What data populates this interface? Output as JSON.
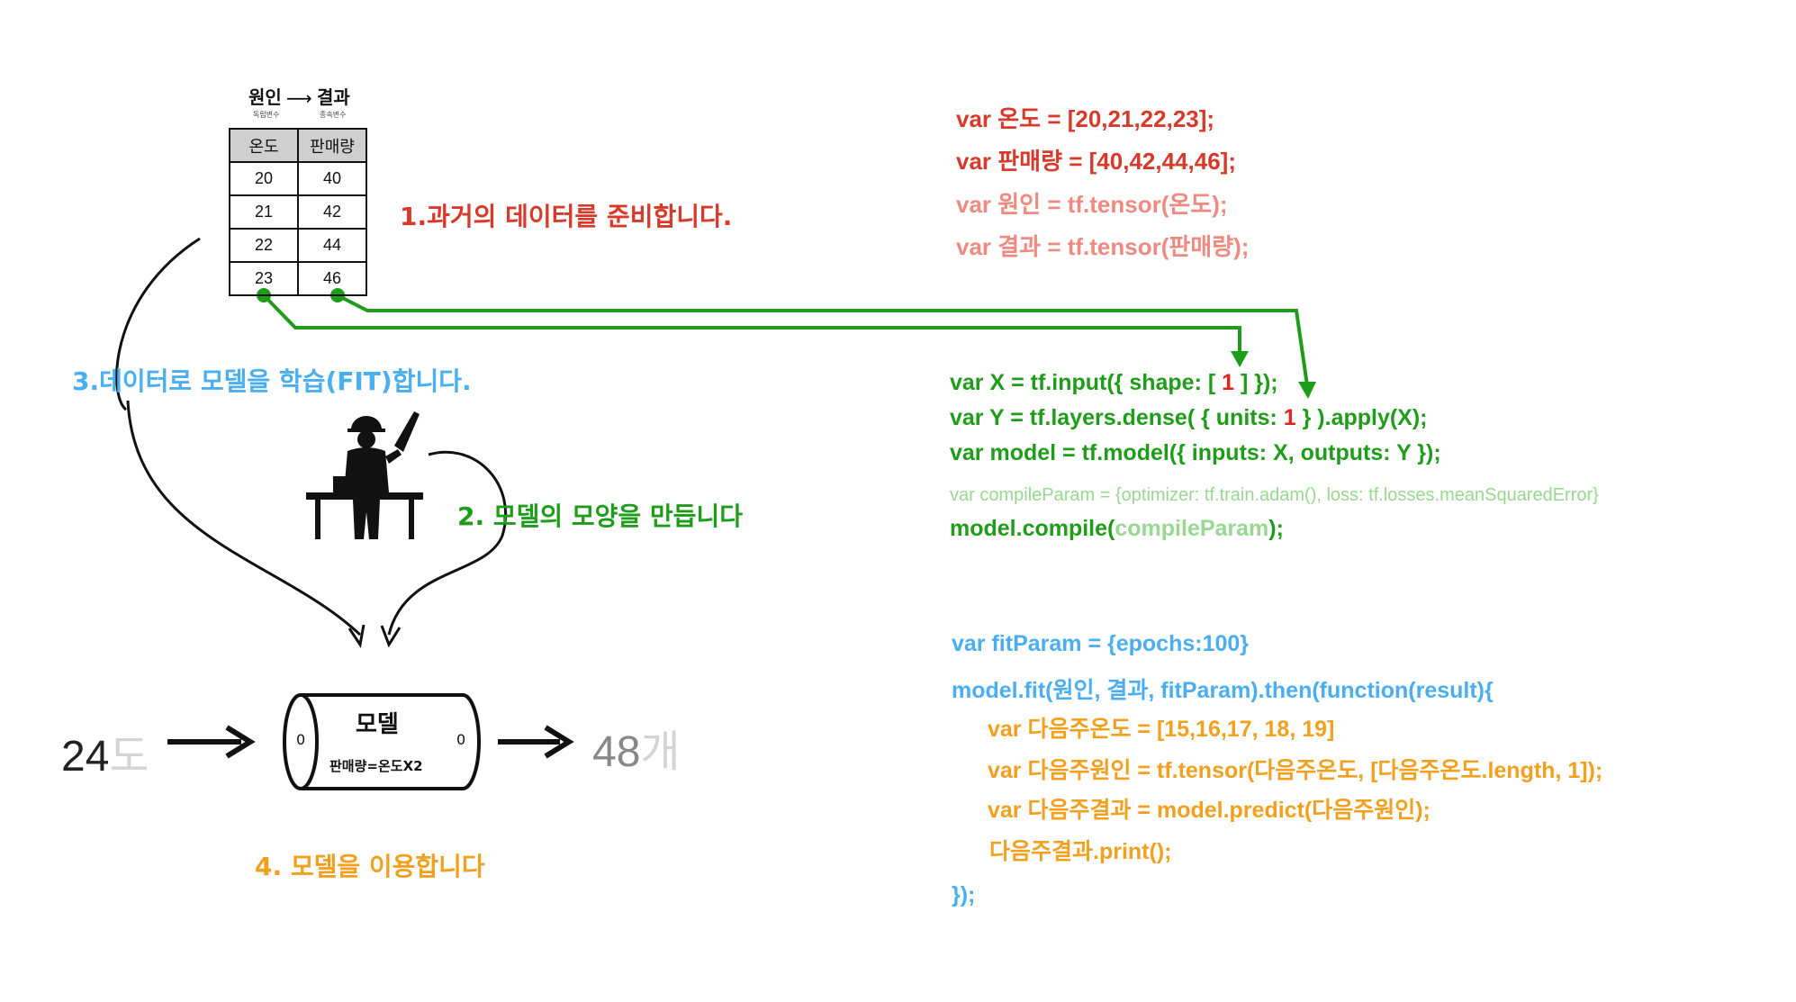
{
  "table_header": {
    "cause": "원인",
    "cause_sub": "독립변수",
    "effect": "결과",
    "effect_sub": "종속변수"
  },
  "table": {
    "columns": [
      "온도",
      "판매량"
    ],
    "rows": [
      [
        "20",
        "40"
      ],
      [
        "21",
        "42"
      ],
      [
        "22",
        "44"
      ],
      [
        "23",
        "46"
      ]
    ]
  },
  "steps": {
    "step1": "1.과거의 데이터를 준비합니다.",
    "step2": "2. 모델의 모양을 만듭니다",
    "step3": "3.데이터로 모델을 학습(FIT)합니다.",
    "step4": "4. 모델을 이용합니다"
  },
  "model": {
    "title": "모델",
    "formula": "판매량=온도X2",
    "end_mark": "0",
    "input_value": "24",
    "input_unit": "도",
    "output_value": "48",
    "output_unit": "개"
  },
  "code_data": {
    "line1": "var 온도 = [20,21,22,23];",
    "line2": "var 판매량 = [40,42,44,46];",
    "line3": "var 원인 = tf.tensor(온도);",
    "line4": "var 결과 = tf.tensor(판매량);"
  },
  "code_model": {
    "x_pre": "var X = tf.input({ shape: [ ",
    "x_num": "1",
    "x_post": " ] });",
    "y_pre": "var Y = tf.layers.dense( { units: ",
    "y_num": "1",
    "y_post": " } ).apply(X);",
    "model_line": "var model = tf.model({ inputs: X, outputs: Y });",
    "compile_param": "var compileParam = {optimizer: tf.train.adam(), loss: tf.losses.meanSquaredError}",
    "compile_pre": "model.compile(",
    "compile_arg": "compileParam",
    "compile_post": ");"
  },
  "code_fit": {
    "line1": "var fitParam = {epochs:100}",
    "line2": "model.fit(원인, 결과, fitParam).then(function(result){",
    "close": "});"
  },
  "code_predict": {
    "line1": "var 다음주온도 = [15,16,17, 18, 19]",
    "line2": "var 다음주원인 = tf.tensor(다음주온도, [다음주온도.length, 1]);",
    "line3": "var 다음주결과 = model.predict(다음주원인);",
    "line4": "다음주결과.print();"
  },
  "colors": {
    "step1": "#d73a2b",
    "step2": "#1f9d1a",
    "step3": "#4aaef0",
    "step4": "#f2a020"
  },
  "icons": {
    "worker": "carpenter-icon",
    "model": "cylinder-icon"
  }
}
